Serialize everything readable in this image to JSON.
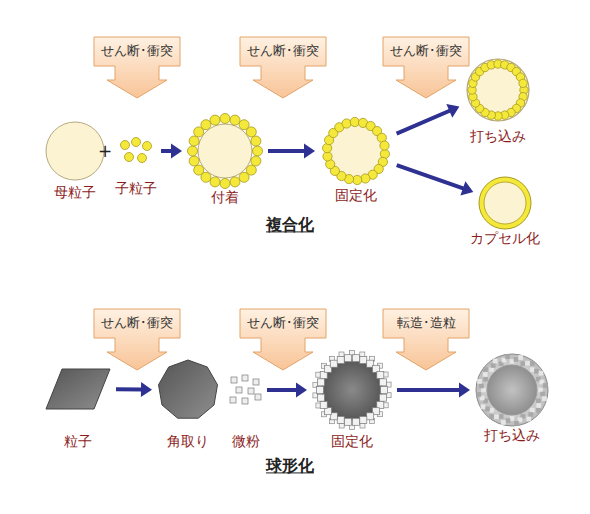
{
  "diagram": {
    "nodes": [
      {
        "text": [
          "せん断･衝突"
        ]
      },
      {
        "text": [
          "せん断･衝突"
        ]
      },
      {
        "text": [
          "せん断･衝突"
        ]
      },
      {
        "text": [
          "母粒子"
        ]
      },
      {
        "text": [
          "子粒子"
        ]
      },
      {
        "text": [
          "付着"
        ]
      },
      {
        "text": [
          "固定化"
        ]
      },
      {
        "text": [
          "打ち込み"
        ]
      },
      {
        "text": [
          "カプセル化"
        ]
      },
      {
        "text": [
          "せん断･衝突"
        ]
      },
      {
        "text": [
          "せん断･衝突"
        ]
      },
      {
        "text": [
          "転造･造粒"
        ]
      },
      {
        "text": [
          "粒子"
        ]
      },
      {
        "text": [
          "角取り"
        ]
      },
      {
        "text": [
          "微粉"
        ]
      },
      {
        "text": [
          "固定化"
        ]
      },
      {
        "text": [
          "打ち込み"
        ]
      }
    ],
    "edges": [
      {
        "from": 4,
        "to": 5,
        "arrow": "to"
      },
      {
        "from": 5,
        "to": 6,
        "arrow": "to"
      },
      {
        "from": 6,
        "to": 7,
        "arrow": "to"
      },
      {
        "from": 6,
        "to": 8,
        "arrow": "to"
      },
      {
        "from": 12,
        "to": 13,
        "arrow": "to"
      },
      {
        "from": 14,
        "to": 15,
        "arrow": "to"
      },
      {
        "from": 15,
        "to": 16,
        "arrow": "to"
      }
    ],
    "labels": [
      "+",
      "複合化",
      "球形化"
    ]
  }
}
